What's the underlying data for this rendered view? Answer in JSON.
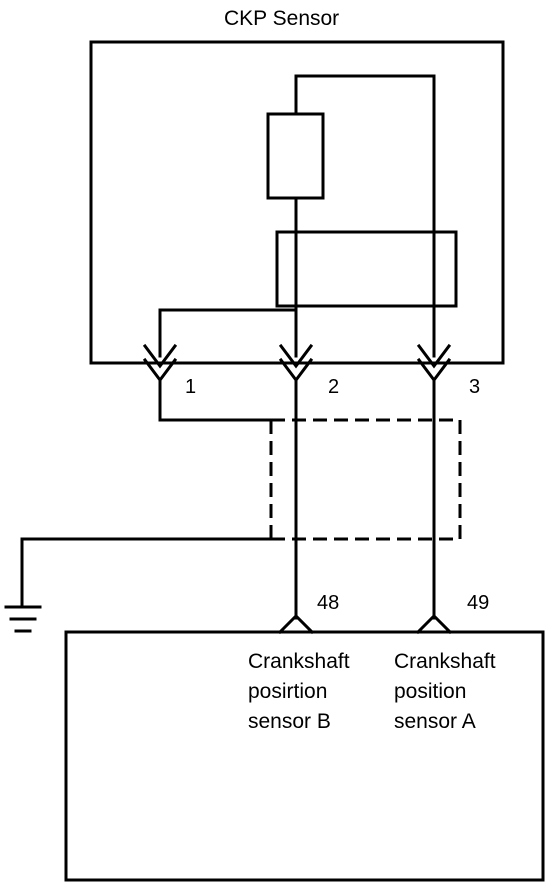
{
  "title": "CKP Sensor",
  "pins": [
    "1",
    "2",
    "3"
  ],
  "ecu_pins": [
    "48",
    "49"
  ],
  "ecu_labels": {
    "sensor_b": [
      "Crankshaft",
      "posirtion",
      "sensor B"
    ],
    "sensor_a": [
      "Crankshaft",
      "position",
      "sensor A"
    ]
  },
  "colors": {
    "line": "#000000",
    "background": "#ffffff"
  }
}
